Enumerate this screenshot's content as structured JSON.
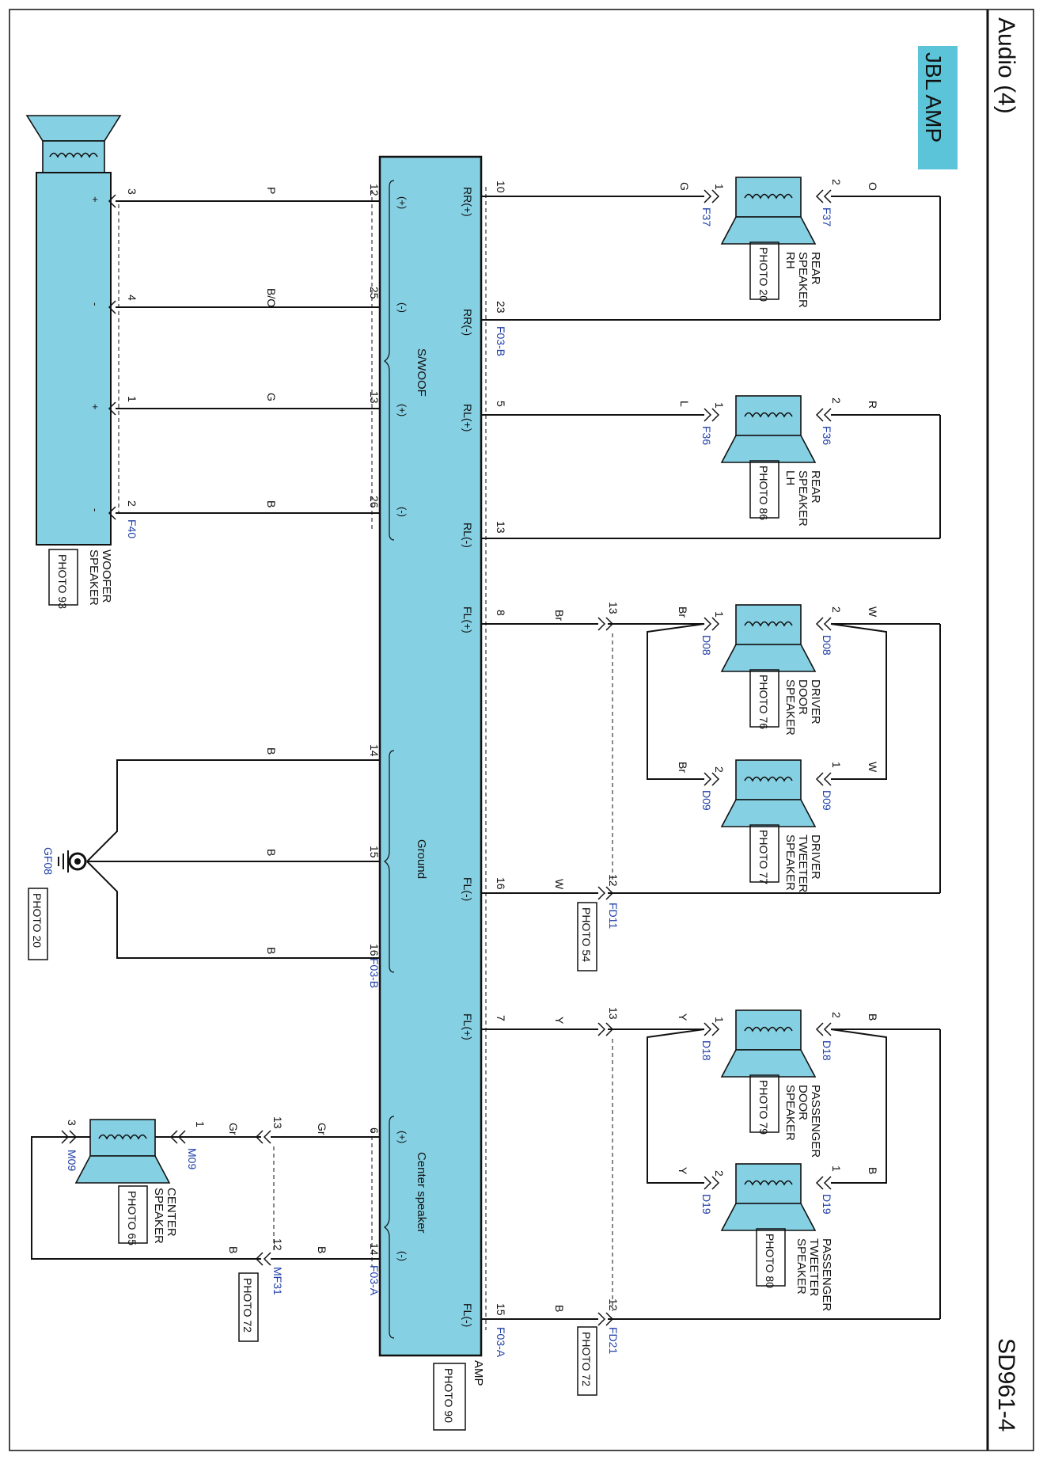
{
  "header": {
    "title": "Audio (4)",
    "code": "SD961-4"
  },
  "badge": {
    "label": "JBL AMP",
    "color": "#5bc4d8"
  },
  "colors": {
    "component": "#86d0e3",
    "wire": "#111111",
    "connector_text": "#1f3fa8"
  },
  "amp": {
    "name": "AMP",
    "photo": "PHOTO 90",
    "groups": {
      "swoof": "S/WOOF",
      "ground": "Ground",
      "center": "Center speaker"
    },
    "right_pins": [
      {
        "label": "RR(+)",
        "pin": "10"
      },
      {
        "label": "RR(-)",
        "pin": "23"
      },
      {
        "label": "RL(+)",
        "pin": "5"
      },
      {
        "label": "RL(-)",
        "pin": "13"
      },
      {
        "label": "FL(+)",
        "pin": "8"
      },
      {
        "label": "FL(-)",
        "pin": "16"
      },
      {
        "label": "FL(+)",
        "pin": "7"
      },
      {
        "label": "FL(-)",
        "pin": "15"
      }
    ],
    "left_pins": [
      {
        "sign": "(+)",
        "pin": "12",
        "wire": "P"
      },
      {
        "sign": "(-)",
        "pin": "25",
        "wire": "B/O"
      },
      {
        "sign": "(+)",
        "pin": "13",
        "wire": "G"
      },
      {
        "sign": "(-)",
        "pin": "26",
        "wire": "B"
      },
      {
        "sign": "",
        "pin": "14",
        "wire": "B"
      },
      {
        "sign": "",
        "pin": "15",
        "wire": "B"
      },
      {
        "sign": "",
        "pin": "16",
        "wire": "B"
      },
      {
        "sign": "(+)",
        "pin": "6",
        "wire": "Gr"
      },
      {
        "sign": "(-)",
        "pin": "14",
        "wire": "B"
      }
    ],
    "connectors": {
      "f03b_right": "F03-B",
      "f03b_left": "F03-B",
      "f03a_right": "F03-A",
      "f03a_left": "F03-A"
    }
  },
  "speakers": {
    "rear_rh": {
      "lines": [
        "REAR",
        "SPEAKER",
        "RH"
      ],
      "photo": "PHOTO 20",
      "conn": "F37",
      "pin_a": "1",
      "pin_b": "2",
      "wire_a": "G",
      "wire_b": "O"
    },
    "rear_lh": {
      "lines": [
        "REAR",
        "SPEAKER",
        "LH"
      ],
      "photo": "PHOTO 86",
      "conn": "F36",
      "pin_a": "1",
      "pin_b": "2",
      "wire_a": "L",
      "wire_b": "R"
    },
    "driver_door": {
      "lines": [
        "DRIVER",
        "DOOR",
        "SPEAKER"
      ],
      "photo": "PHOTO 76",
      "conn": "D08",
      "pin_a": "1",
      "pin_b": "2",
      "wire_a": "Br",
      "wire_b": "W"
    },
    "driver_tweeter": {
      "lines": [
        "DRIVER",
        "TWEETER",
        "SPEAKER"
      ],
      "photo": "PHOTO 77",
      "conn": "D09",
      "pin_a": "2",
      "pin_b": "1",
      "wire_a": "Br",
      "wire_b": "W"
    },
    "passenger_door": {
      "lines": [
        "PASSENGER",
        "DOOR",
        "SPEAKER"
      ],
      "photo": "PHOTO 79",
      "conn": "D18",
      "pin_a": "1",
      "pin_b": "2",
      "wire_a": "Y",
      "wire_b": "B"
    },
    "passenger_tweeter": {
      "lines": [
        "PASSENGER",
        "TWEETER",
        "SPEAKER"
      ],
      "photo": "PHOTO 80",
      "conn": "D19",
      "pin_a": "2",
      "pin_b": "1",
      "wire_a": "Y",
      "wire_b": "B"
    },
    "center": {
      "lines": [
        "CENTER",
        "SPEAKER"
      ],
      "photo": "PHOTO 65",
      "conn": "M09",
      "pin_a": "1",
      "pin_b": "3"
    },
    "woofer": {
      "lines": [
        "WOOFER",
        "SPEAKER"
      ],
      "photo": "PHOTO 93",
      "conn": "F40",
      "pins": [
        "3",
        "4",
        "1",
        "2"
      ],
      "signs": [
        "+",
        "-",
        "+",
        "-"
      ]
    }
  },
  "inline": {
    "fd11": {
      "conn": "FD11",
      "photo": "PHOTO 54",
      "pin_top": "13",
      "pin_bot": "12",
      "wire_top": "Br",
      "wire_bot": "W"
    },
    "fd21": {
      "conn": "FD21",
      "photo": "PHOTO 72",
      "pin_top": "13",
      "pin_bot": "12",
      "wire_top": "Y",
      "wire_bot": "B"
    },
    "mf31": {
      "conn": "MF31",
      "photo": "PHOTO 72",
      "pin_top": "13",
      "pin_bot": "12",
      "wire_top": "Gr",
      "wire_bot": "B"
    }
  },
  "ground": {
    "conn": "GF08",
    "photo": "PHOTO 20"
  }
}
